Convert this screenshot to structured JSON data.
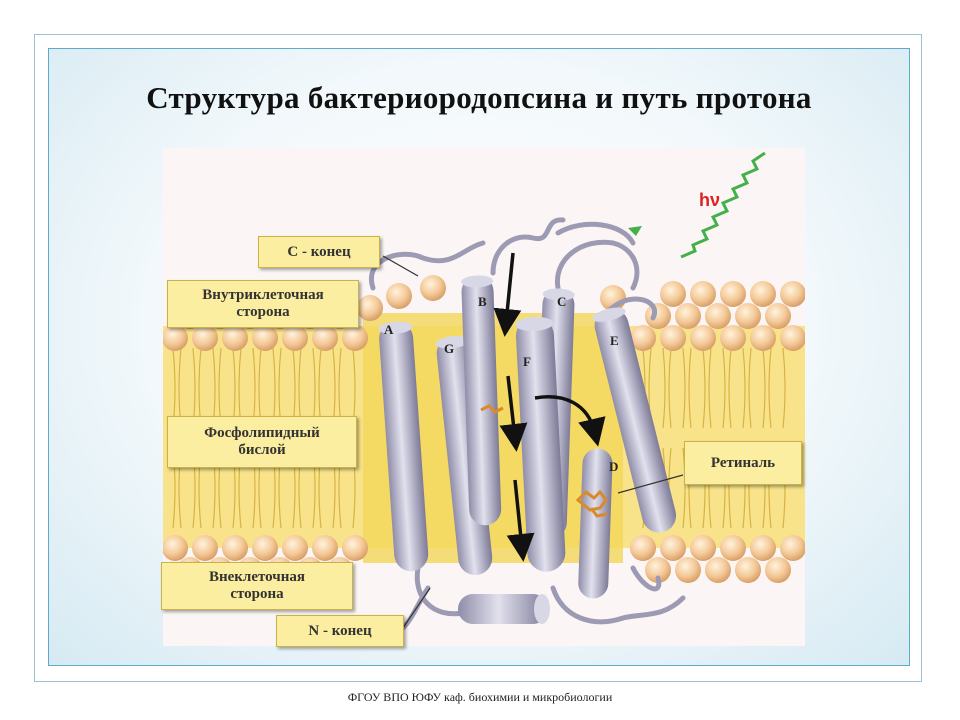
{
  "title": "Структура бактериородопсина и путь протона",
  "footer": "ФГОУ ВПО ЮФУ каф. биохимии и микробиологии",
  "labels": {
    "c_terminus": "С - конец",
    "intracellular_line1": "Внутриклеточная",
    "intracellular_line2": "сторона",
    "bilayer_line1": "Фосфолипидный",
    "bilayer_line2": "бислой",
    "extracellular_line1": "Внеклеточная",
    "extracellular_line2": "сторона",
    "n_terminus": "N - конец",
    "retinal": "Ретиналь",
    "light": "hν"
  },
  "helices": [
    "A",
    "B",
    "C",
    "D",
    "E",
    "F",
    "G"
  ],
  "colors": {
    "membrane_core": "#f7dc6a",
    "lipid_head": "#f1c99a",
    "helix": "#b7b5cc",
    "light_wave": "#44b04a",
    "label_bg": "#fbeea0",
    "arrow": "#111111",
    "retinal": "#d98a2a"
  }
}
